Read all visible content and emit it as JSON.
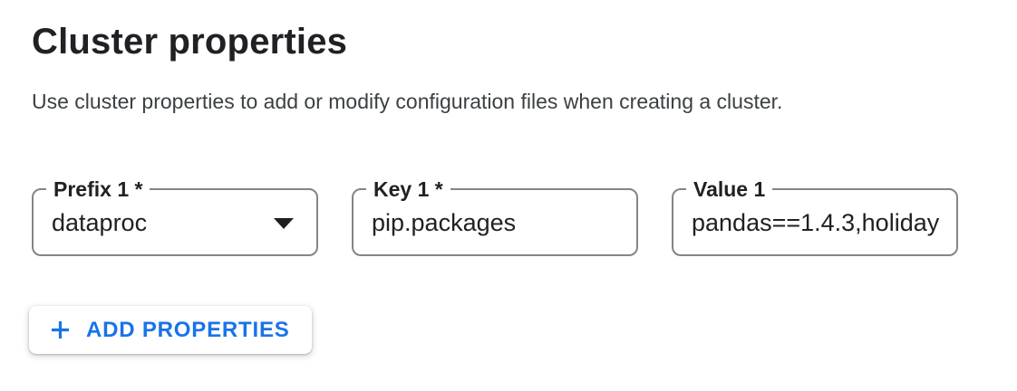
{
  "page": {
    "title": "Cluster properties",
    "description": "Use cluster properties to add or modify configuration files when creating a cluster."
  },
  "properties_form": {
    "prefix_field": {
      "label": "Prefix 1 *",
      "value": "dataproc"
    },
    "key_field": {
      "label": "Key 1 *",
      "value": "pip.packages"
    },
    "value_field": {
      "label": "Value 1",
      "value": "pandas==1.4.3,holiday"
    }
  },
  "actions": {
    "add_properties_label": "ADD PROPERTIES"
  },
  "icons": {
    "dropdown_arrow": "triangle-down",
    "plus": "plus"
  },
  "colors": {
    "accent_blue": "#1a73e8",
    "field_border_gray": "#80868b",
    "text_primary": "#202124",
    "text_secondary": "#3c4043",
    "background": "#ffffff"
  }
}
